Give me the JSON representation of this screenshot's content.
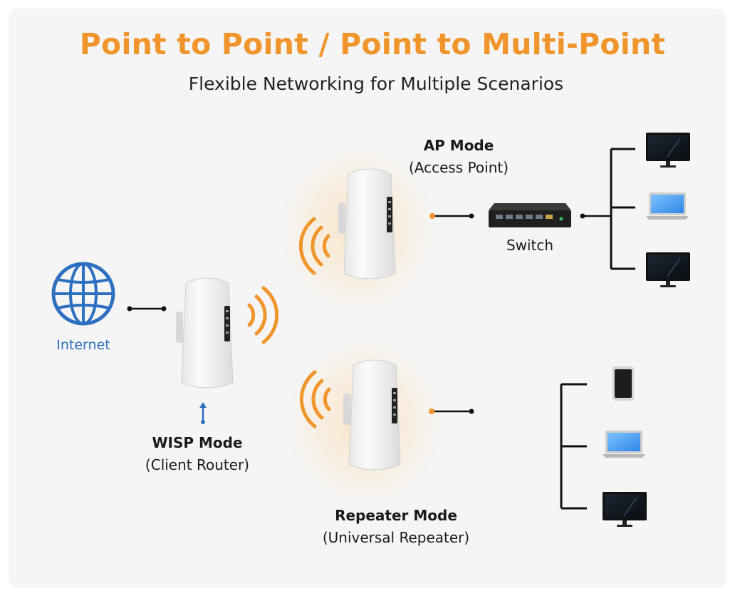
{
  "header": {
    "title": "Point to Point / Point to Multi-Point",
    "subtitle": "Flexible Networking for Multiple Scenarios"
  },
  "nodes": {
    "internet": {
      "label": "Internet",
      "icon": "globe-icon"
    },
    "wisp": {
      "title": "WISP Mode",
      "subtitle": "(Client Router)"
    },
    "ap": {
      "title": "AP Mode",
      "subtitle": "(Access Point)"
    },
    "repeater": {
      "title": "Repeater Mode",
      "subtitle": "(Universal Repeater)"
    },
    "switch": {
      "label": "Switch"
    }
  },
  "ap_clients": [
    "monitor-icon",
    "laptop-icon",
    "monitor-icon"
  ],
  "repeater_clients": [
    "tablet-icon",
    "laptop-icon",
    "monitor-icon"
  ],
  "colors": {
    "accent": "#f0952c",
    "internet_blue": "#2d6fc0",
    "text": "#1a1a1a",
    "background": "#f5f5f5"
  }
}
